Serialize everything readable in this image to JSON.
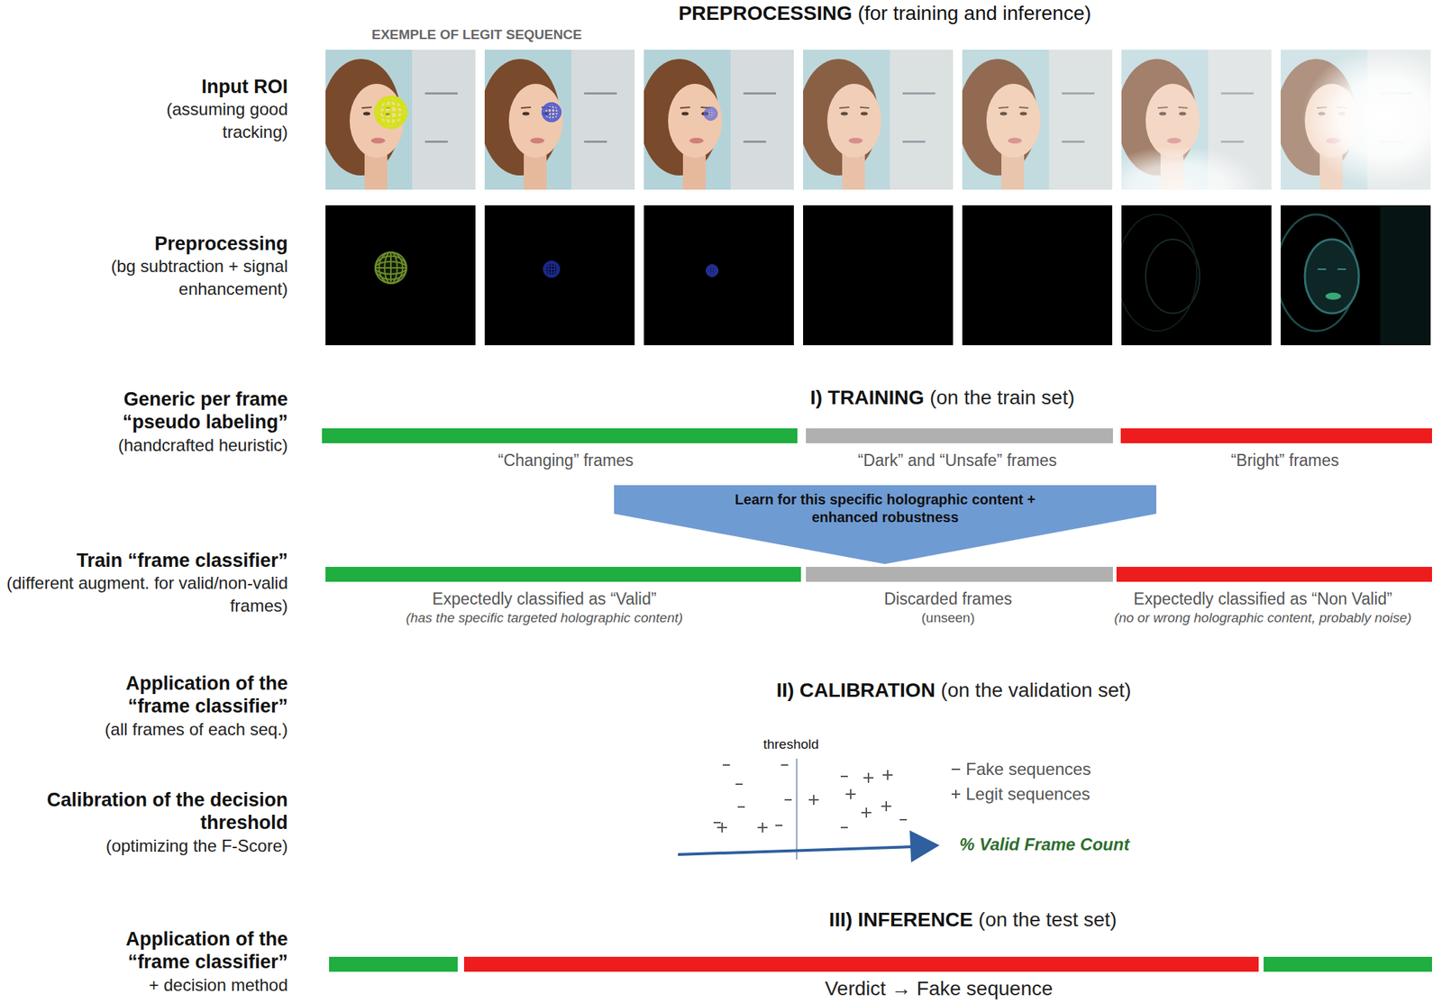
{
  "diagram": {
    "nodes": [
      {
        "text": [
          "“Changing” frames"
        ]
      },
      {
        "text": [
          "“Dark” and “Unsafe” frames"
        ]
      },
      {
        "text": [
          "“Bright” frames"
        ]
      },
      {
        "text": [
          "Learn for this specific holographic content + enhanced robustness"
        ]
      },
      {
        "text": [
          "Expectedly classified as “Valid”",
          "(has the specific targeted holographic content)"
        ]
      },
      {
        "text": [
          "Discarded frames",
          "(unseen)"
        ]
      },
      {
        "text": [
          "Expectedly classified as “Non Valid”",
          "(no or wrong holographic content, probably noise)"
        ]
      },
      {
        "text": [
          "Verdict → Fake sequence"
        ]
      }
    ],
    "labels": [
      "PREPROCESSING",
      "(for training and inference)",
      "EXEMPLE OF LEGIT SEQUENCE",
      "Input ROI",
      "(assuming good tracking)",
      "Preprocessing",
      "(bg subtraction + signal enhancement)",
      "Generic per frame “pseudo labeling”",
      "(handcrafted heuristic)",
      "I) TRAINING",
      "(on the train set)",
      "Train “frame classifier”",
      "(different augment. for valid/non-valid frames)",
      "Application of the “frame classifier”",
      "(all frames of each seq.)",
      "II) CALIBRATION",
      "(on the validation set)",
      "Calibration of the decision threshold",
      "(optimizing the F-Score)",
      "threshold",
      "% Valid Frame Count",
      "Application of the “frame classifier”",
      "+ decision method",
      "III) INFERENCE",
      "(on the test set)"
    ],
    "legend": [
      {
        "text": "Fake sequences"
      },
      {
        "text": "Legit sequences"
      }
    ]
  }
}
